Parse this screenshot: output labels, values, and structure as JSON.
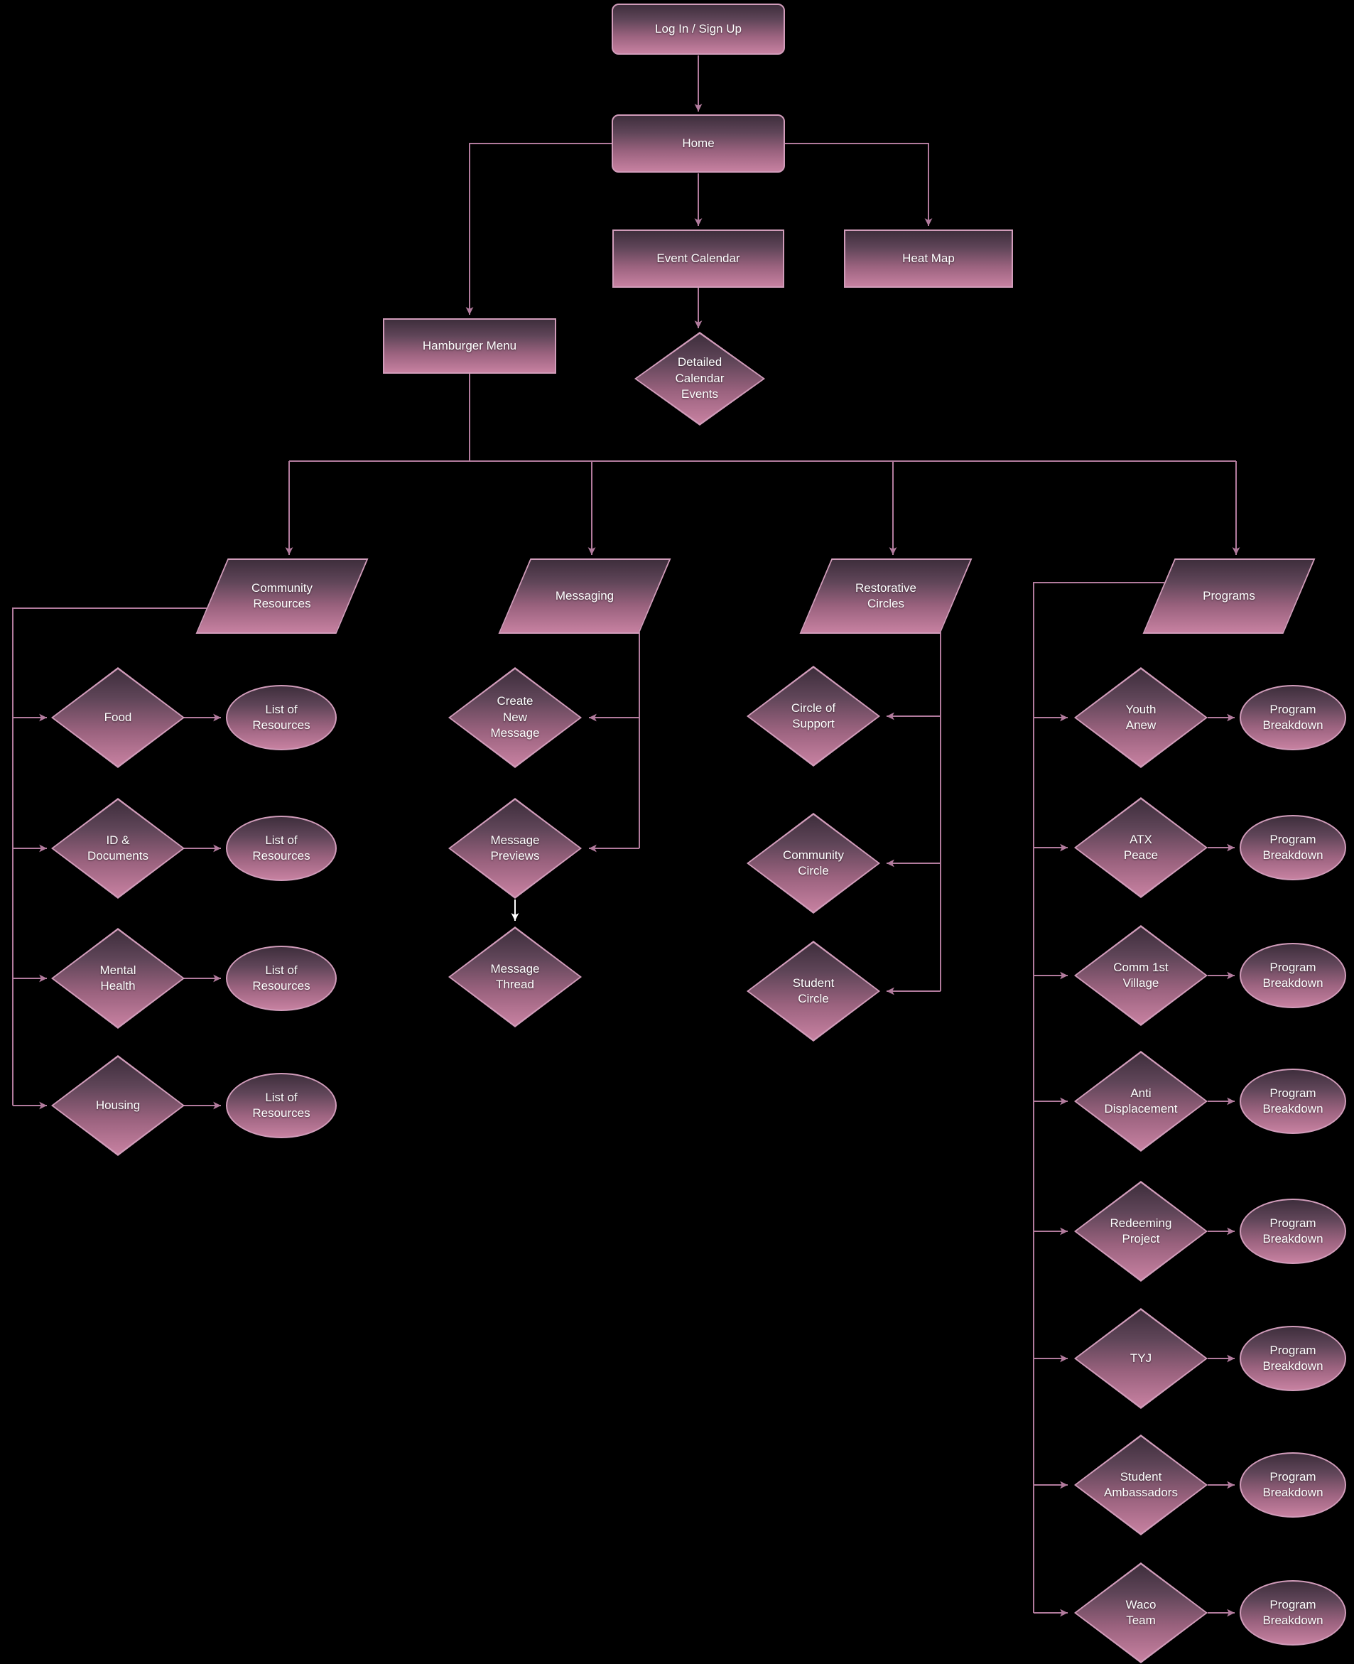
{
  "palette": {
    "bg": "#000000",
    "g1": "#3e2e3c",
    "g2": "#5f4558",
    "g3": "#9a627e",
    "g4": "#c781a1",
    "border": "#d19cba",
    "connector": "#b27b9d",
    "white_arrow": "#ffffff",
    "text": "#ffffff"
  },
  "nodes": {
    "login": "Log In / Sign Up",
    "home": "Home",
    "event_calendar": "Event Calendar",
    "heat_map": "Heat Map",
    "hamburger_menu": "Hamburger Menu",
    "detailed_calendar_events": "Detailed\nCalendar\nEvents"
  },
  "sections": [
    {
      "id": "community_resources",
      "label": "Community\nResources",
      "items": [
        {
          "label": "Food",
          "output": "List of\nResources"
        },
        {
          "label": "ID &\nDocuments",
          "output": "List of\nResources"
        },
        {
          "label": "Mental\nHealth",
          "output": "List of\nResources"
        },
        {
          "label": "Housing",
          "output": "List of\nResources"
        }
      ]
    },
    {
      "id": "messaging",
      "label": "Messaging",
      "items": [
        {
          "label": "Create\nNew\nMessage"
        },
        {
          "label": "Message\nPreviews"
        },
        {
          "label": "Message\nThread"
        }
      ]
    },
    {
      "id": "restorative_circles",
      "label": "Restorative\nCircles",
      "items": [
        {
          "label": "Circle of\nSupport"
        },
        {
          "label": "Community\nCircle"
        },
        {
          "label": "Student\nCircle"
        }
      ]
    },
    {
      "id": "programs",
      "label": "Programs",
      "items": [
        {
          "label": "Youth\nAnew",
          "output": "Program\nBreakdown"
        },
        {
          "label": "ATX\nPeace",
          "output": "Program\nBreakdown"
        },
        {
          "label": "Comm 1st\nVillage",
          "output": "Program\nBreakdown"
        },
        {
          "label": "Anti\nDisplacement",
          "output": "Program\nBreakdown"
        },
        {
          "label": "Redeeming\nProject",
          "output": "Program\nBreakdown"
        },
        {
          "label": "TYJ",
          "output": "Program\nBreakdown"
        },
        {
          "label": "Student\nAmbassadors",
          "output": "Program\nBreakdown"
        },
        {
          "label": "Waco\nTeam",
          "output": "Program\nBreakdown"
        }
      ]
    }
  ],
  "edges": [
    [
      "login",
      "home"
    ],
    [
      "home",
      "event_calendar"
    ],
    [
      "home",
      "heat_map"
    ],
    [
      "home",
      "hamburger_menu"
    ],
    [
      "event_calendar",
      "detailed_calendar_events"
    ],
    [
      "hamburger_menu",
      "community_resources"
    ],
    [
      "hamburger_menu",
      "messaging"
    ],
    [
      "hamburger_menu",
      "restorative_circles"
    ],
    [
      "hamburger_menu",
      "programs"
    ],
    [
      "community_resources",
      "food"
    ],
    [
      "community_resources",
      "id_documents"
    ],
    [
      "community_resources",
      "mental_health"
    ],
    [
      "community_resources",
      "housing"
    ],
    [
      "food",
      "list_of_resources"
    ],
    [
      "id_documents",
      "list_of_resources"
    ],
    [
      "mental_health",
      "list_of_resources"
    ],
    [
      "housing",
      "list_of_resources"
    ],
    [
      "messaging",
      "create_new_message"
    ],
    [
      "messaging",
      "message_previews"
    ],
    [
      "message_previews",
      "message_thread",
      "white"
    ],
    [
      "restorative_circles",
      "circle_of_support"
    ],
    [
      "restorative_circles",
      "community_circle"
    ],
    [
      "restorative_circles",
      "student_circle"
    ],
    [
      "programs",
      "youth_anew"
    ],
    [
      "programs",
      "atx_peace"
    ],
    [
      "programs",
      "comm_1st_village"
    ],
    [
      "programs",
      "anti_displacement"
    ],
    [
      "programs",
      "redeeming_project"
    ],
    [
      "programs",
      "tyj"
    ],
    [
      "programs",
      "student_ambassadors"
    ],
    [
      "programs",
      "waco_team"
    ],
    [
      "youth_anew",
      "program_breakdown"
    ],
    [
      "atx_peace",
      "program_breakdown"
    ],
    [
      "comm_1st_village",
      "program_breakdown"
    ],
    [
      "anti_displacement",
      "program_breakdown"
    ],
    [
      "redeeming_project",
      "program_breakdown"
    ],
    [
      "tyj",
      "program_breakdown"
    ],
    [
      "student_ambassadors",
      "program_breakdown"
    ],
    [
      "waco_team",
      "program_breakdown"
    ]
  ]
}
